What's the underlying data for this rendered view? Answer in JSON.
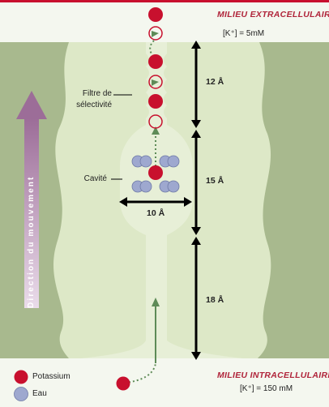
{
  "environments": {
    "extracellular": {
      "title": "MILIEU EXTRACELLULAIRE",
      "concentration": "[K⁺] = 5mM"
    },
    "intracellular": {
      "title": "MILIEU INTRACELLULAIRE",
      "concentration": "[K⁺] = 150 mM"
    }
  },
  "channel": {
    "filter_label_line1": "Filtre de",
    "filter_label_line2": "sélectivité",
    "cavity_label": "Cavité"
  },
  "dimensions": {
    "filter_length": "12 Å",
    "cavity_length": "15 Å",
    "lower_length": "18 Å",
    "cavity_width": "10 Å"
  },
  "movement_label": "Direction du mouvement",
  "legend": {
    "potassium": "Potassium",
    "water": "Eau"
  },
  "colors": {
    "membrane": "#a8b98e",
    "channel_pore": "#e7efd7",
    "extracellular_bg": "#f4f7ef",
    "potassium": "#c8102e",
    "water": "#9ea8cf",
    "env_title": "#b0243a",
    "arrow_movement": "#c0a2bd",
    "ion_path": "#5e8b57"
  }
}
